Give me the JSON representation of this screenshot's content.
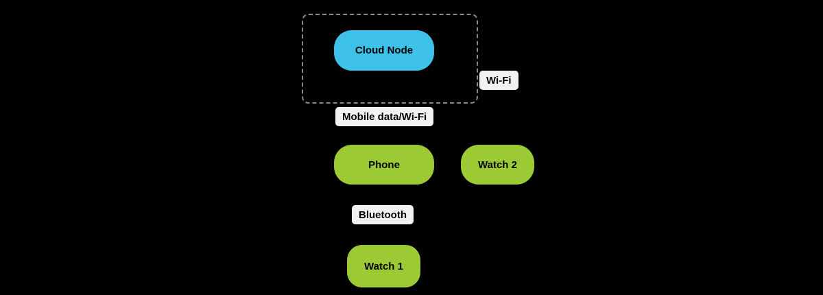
{
  "diagram": {
    "colors": {
      "background": "#000000",
      "text": "#000000",
      "cluster_border": "#8a8a8a",
      "cloud_fill": "#3ec1e8",
      "device_fill": "#9bca34",
      "edge_label_bg": "#f2f2f2"
    },
    "nodes": {
      "cloud": {
        "label": "Cloud Node",
        "fill": "#3ec1e8"
      },
      "phone": {
        "label": "Phone",
        "fill": "#9bca34"
      },
      "watch2": {
        "label": "Watch 2",
        "fill": "#9bca34"
      },
      "watch1": {
        "label": "Watch 1",
        "fill": "#9bca34"
      }
    },
    "edge_labels": {
      "wifi": {
        "text": "Wi-Fi",
        "bg": "#f2f2f2"
      },
      "mobile_data_wifi": {
        "text": "Mobile data/Wi-Fi",
        "bg": "#f2f2f2"
      },
      "bluetooth": {
        "text": "Bluetooth",
        "bg": "#f2f2f2"
      }
    }
  }
}
